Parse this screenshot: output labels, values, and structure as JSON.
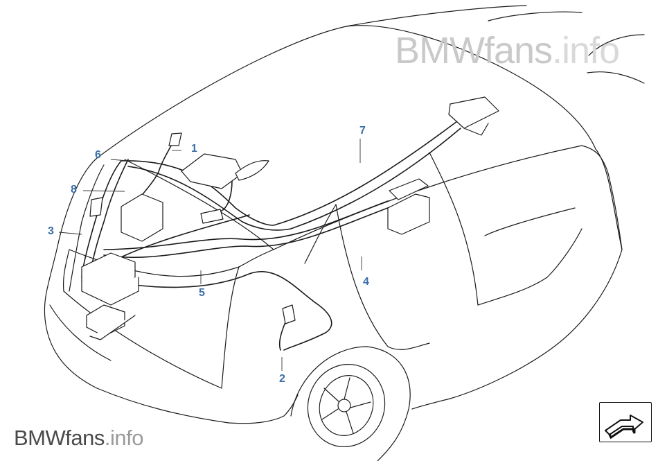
{
  "watermark": {
    "top_brand": "BMWfans",
    "top_suffix": ".info",
    "bottom_brand": "BMWfans",
    "bottom_suffix": ".info"
  },
  "callouts": [
    {
      "id": "1",
      "label": "1"
    },
    {
      "id": "2",
      "label": "2"
    },
    {
      "id": "3",
      "label": "3"
    },
    {
      "id": "4",
      "label": "4"
    },
    {
      "id": "5",
      "label": "5"
    },
    {
      "id": "6",
      "label": "6"
    },
    {
      "id": "7",
      "label": "7"
    },
    {
      "id": "8",
      "label": "8"
    }
  ],
  "navigation": {
    "icon": "arrow-forward-icon"
  },
  "colors": {
    "callout": "#3a6ea5",
    "lines": "#1a1a1a",
    "watermark_top": "#c9c9c9",
    "watermark_bottom": "#4a4a4a"
  }
}
